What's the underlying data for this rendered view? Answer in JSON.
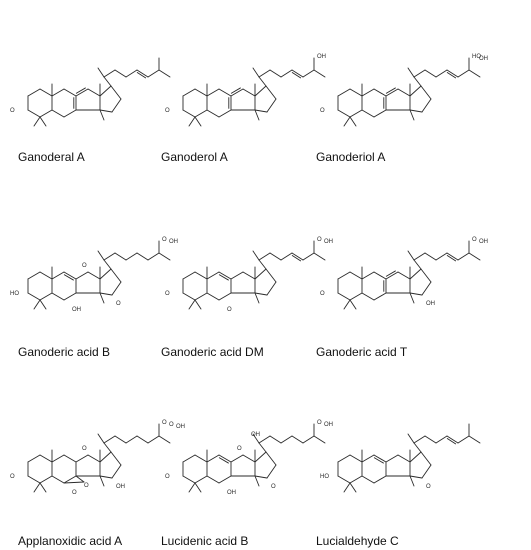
{
  "colors": {
    "bond": "#2a2a2a",
    "label_text": "#111111",
    "background": "#ffffff"
  },
  "compounds": [
    {
      "name": "Ganoderal A",
      "c3": "O",
      "c7": "",
      "c11": "",
      "c12": "",
      "c15": "",
      "lower_ring": "diene",
      "side_chain": "enal"
    },
    {
      "name": "Ganoderol A",
      "c3": "O",
      "c7": "",
      "c11": "",
      "c12": "",
      "c15": "",
      "lower_ring": "diene",
      "side_chain": "enol",
      "side_chain_labels": [
        "OH"
      ]
    },
    {
      "name": "Ganoderiol A",
      "c3": "O",
      "c7": "",
      "c11": "",
      "c12": "",
      "c15": "",
      "lower_ring": "diene",
      "side_chain": "diol",
      "side_chain_labels": [
        "HO",
        "OH"
      ]
    },
    {
      "name": "Ganoderic acid B",
      "c3": "HO",
      "c7": "OH",
      "c11": "O",
      "c12": "",
      "c15": "O",
      "lower_ring": "c8c9",
      "side_chain": "ketoacid",
      "side_chain_labels": [
        "O",
        "OH"
      ]
    },
    {
      "name": "Ganoderic acid DM",
      "c3": "O",
      "c7": "O",
      "c11": "",
      "c12": "",
      "c15": "",
      "lower_ring": "c8c9",
      "side_chain": "enoic",
      "side_chain_labels": [
        "O",
        "OH"
      ]
    },
    {
      "name": "Ganoderic acid T",
      "c3": "O",
      "c7": "",
      "c11": "",
      "c12": "",
      "c15": "OH",
      "lower_ring": "diene",
      "side_chain": "enoic",
      "side_chain_labels": [
        "O",
        "OH"
      ]
    },
    {
      "name": "Applanoxidic acid A",
      "c3": "O",
      "c7": "O",
      "c11": "O",
      "c12": "",
      "c15": "OH",
      "lower_ring": "epoxide",
      "side_chain": "ketoacid2",
      "side_chain_labels": [
        "O",
        "O",
        "OH"
      ]
    },
    {
      "name": "Lucidenic acid B",
      "c3": "O",
      "c7": "OH",
      "c11": "O",
      "c12": "OH",
      "c15": "O",
      "lower_ring": "c8c9",
      "side_chain": "butanoic",
      "side_chain_labels": [
        "O",
        "OH"
      ]
    },
    {
      "name": "Lucialdehyde C",
      "c3": "HO",
      "c7": "",
      "c11": "",
      "c12": "",
      "c15": "O",
      "lower_ring": "c8c9",
      "side_chain": "enal"
    }
  ]
}
